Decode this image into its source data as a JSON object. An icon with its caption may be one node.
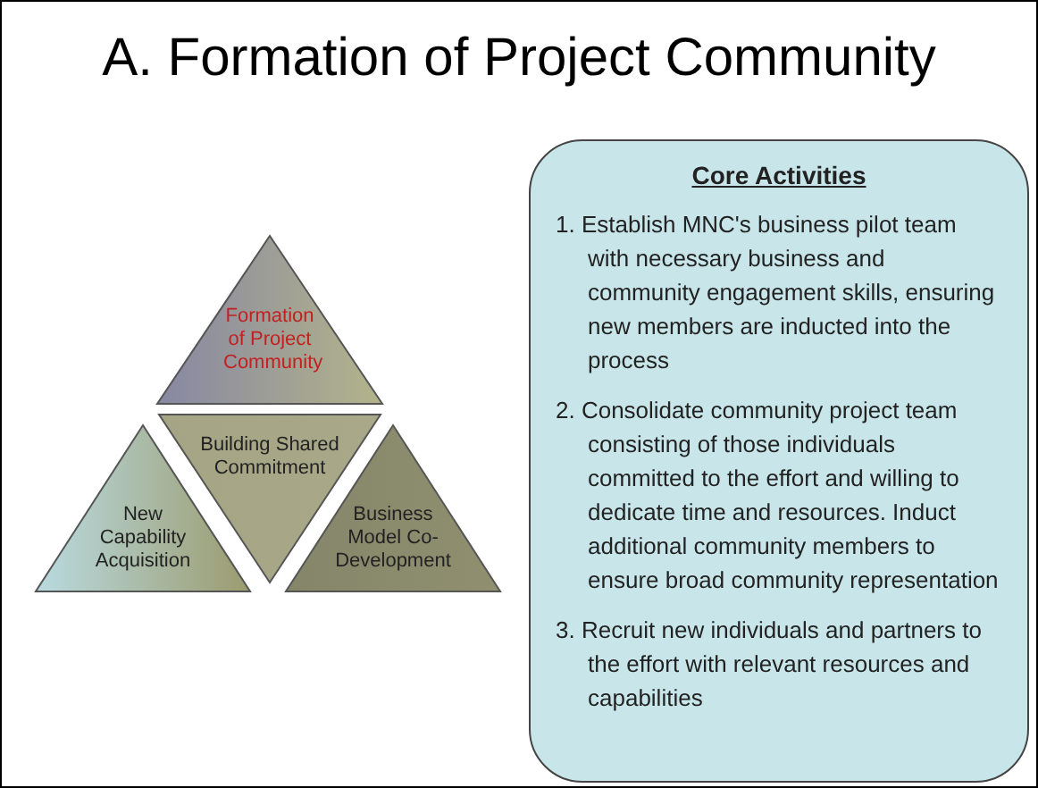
{
  "diagram": {
    "title": "A. Formation of Project Community",
    "nodes": [
      {
        "text": [
          "Formation of Project Community"
        ]
      },
      {
        "text": [
          "New Capability Acquisition"
        ]
      },
      {
        "text": [
          "Building Shared Commitment"
        ]
      },
      {
        "text": [
          "Business Model Co-Development"
        ]
      },
      {
        "text": [
          "Core Activities",
          "1. Establish MNC's business pilot team with necessary business and community engagement skills, ensuring new members are inducted into the process",
          "2. Consolidate community project team consisting of those individuals committed to the effort and willing to dedicate time and resources. Induct additional community members to ensure broad community representation",
          "3. Recruit new individuals and partners to the effort with relevant resources and capabilities"
        ]
      }
    ],
    "edges": []
  }
}
